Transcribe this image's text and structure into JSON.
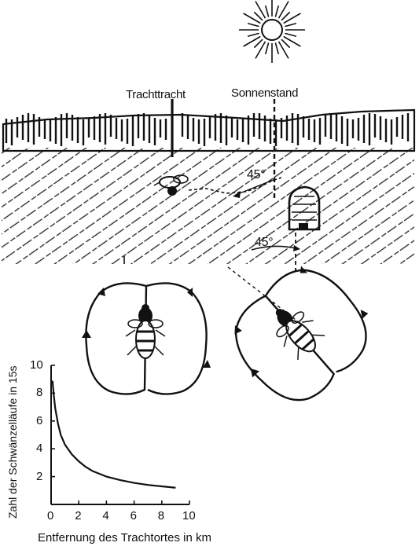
{
  "labels": {
    "food_source": "Trachttracht",
    "sun_position": "Sonnenstand",
    "angle_top": "45°",
    "angle_bottom": "45°"
  },
  "chart_data": {
    "type": "line",
    "xlabel": "Entfernung des Trachtortes in km",
    "ylabel": "Zahl der Schwänzelläufe in 15s",
    "xlim": [
      0,
      10
    ],
    "ylim": [
      0,
      10
    ],
    "x_ticks": [
      "0",
      "2",
      "4",
      "6",
      "8",
      "10"
    ],
    "y_ticks": [
      "2",
      "4",
      "6",
      "8",
      "10"
    ],
    "series": [
      {
        "x": [
          0.1,
          0.2,
          0.3,
          0.5,
          0.7,
          1.0,
          1.5,
          2.0,
          2.5,
          3.0,
          4.0,
          5.0,
          6.0,
          7.0,
          8.0,
          9.0
        ],
        "values": [
          8.9,
          7.8,
          6.9,
          5.8,
          5.0,
          4.3,
          3.6,
          3.1,
          2.7,
          2.4,
          2.0,
          1.75,
          1.55,
          1.4,
          1.3,
          1.2
        ]
      }
    ]
  }
}
